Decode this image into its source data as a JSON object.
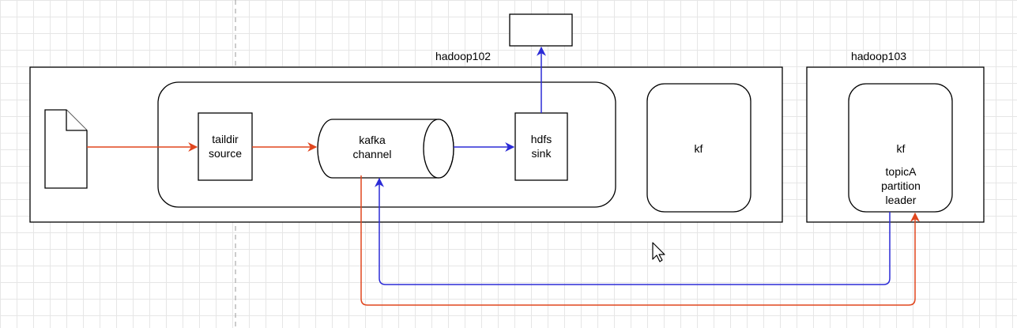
{
  "hosts": [
    {
      "id": "hadoop102",
      "label": "hadoop102"
    },
    {
      "id": "hadoop103",
      "label": "hadoop103"
    }
  ],
  "components": {
    "source": {
      "line1": "taildir",
      "line2": "source"
    },
    "channel": {
      "line1": "kafka",
      "line2": "channel"
    },
    "sink": {
      "line1": "hdfs",
      "line2": "sink"
    },
    "kafka_local": {
      "label": "kf"
    },
    "kafka_remote": {
      "label": "kf",
      "line1": "topicA",
      "line2": "partition",
      "line3": "leader"
    }
  },
  "colors": {
    "edge_red": "#e0461e",
    "edge_blue": "#2b2bd6",
    "stroke": "#000000",
    "grid": "#e6e6e6"
  },
  "icons": {
    "file": "document-icon",
    "cursor": "mouse-pointer-icon"
  }
}
